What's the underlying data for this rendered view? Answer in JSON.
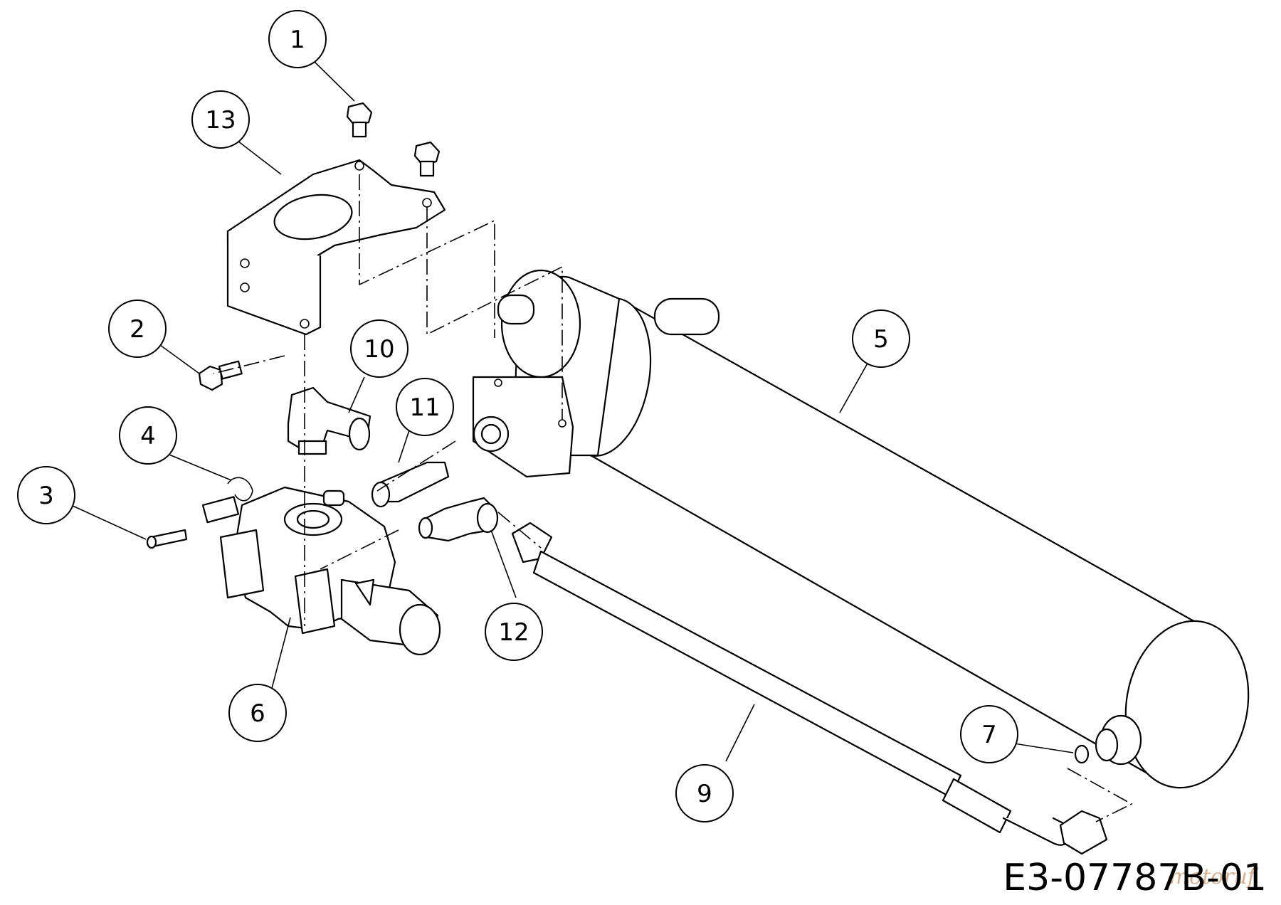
{
  "callouts": [
    {
      "label": "1"
    },
    {
      "label": "2"
    },
    {
      "label": "3"
    },
    {
      "label": "4"
    },
    {
      "label": "5"
    },
    {
      "label": "6"
    },
    {
      "label": "7"
    },
    {
      "label": "9"
    },
    {
      "label": "10"
    },
    {
      "label": "11"
    },
    {
      "label": "12"
    },
    {
      "label": "13"
    }
  ],
  "drawing_number": "E3-07787B-01",
  "watermark": "motoruf",
  "colors": {
    "line": "#000000",
    "background": "#ffffff",
    "watermark": "#c9a07a"
  }
}
